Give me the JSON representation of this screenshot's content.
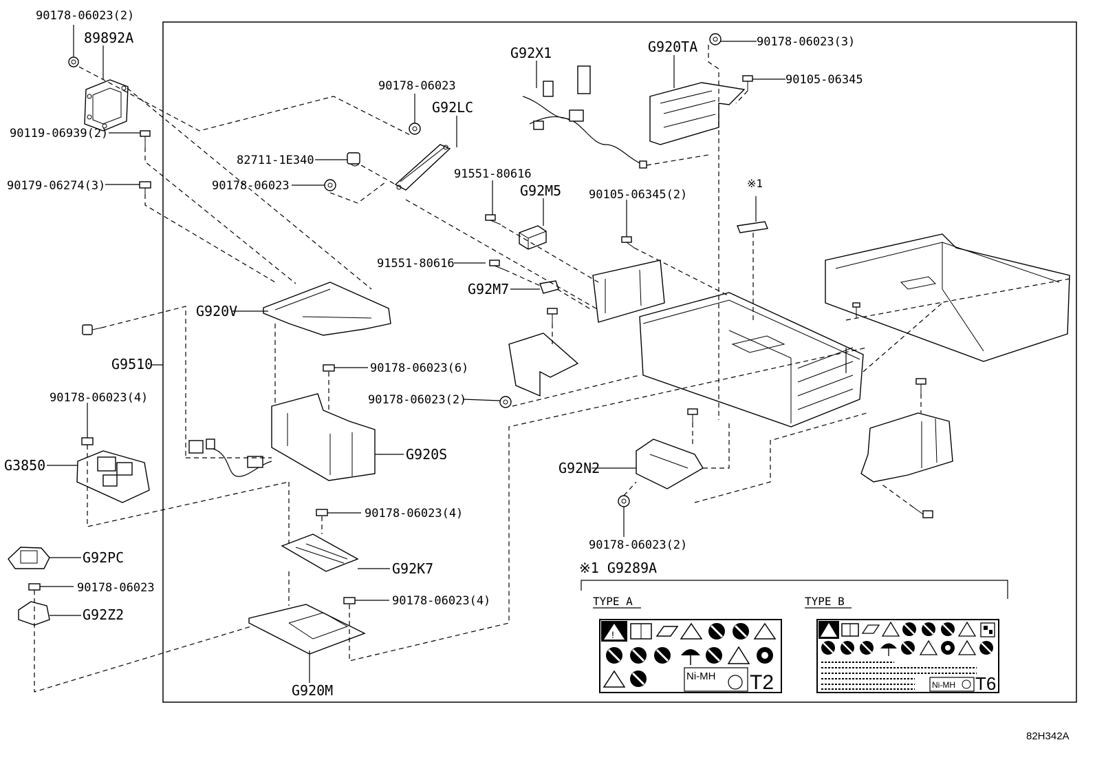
{
  "diagram_code": "82H342A",
  "callouts": [
    {
      "id": "p1",
      "text": "90178-06023(2)"
    },
    {
      "id": "p2",
      "text": "89892A"
    },
    {
      "id": "p3",
      "text": "90119-06939(2)"
    },
    {
      "id": "p4",
      "text": "90179-06274(3)"
    },
    {
      "id": "p5",
      "text": "90178-06023"
    },
    {
      "id": "p6",
      "text": "G92LC"
    },
    {
      "id": "p7",
      "text": "82711-1E340"
    },
    {
      "id": "p8",
      "text": "90178-06023"
    },
    {
      "id": "p9",
      "text": "G92X1"
    },
    {
      "id": "p10",
      "text": "91551-80616"
    },
    {
      "id": "p11",
      "text": "G92M5"
    },
    {
      "id": "p12",
      "text": "91551-80616"
    },
    {
      "id": "p13",
      "text": "G92M7"
    },
    {
      "id": "p14",
      "text": "G920TA"
    },
    {
      "id": "p15",
      "text": "90178-06023(3)"
    },
    {
      "id": "p16",
      "text": "90105-06345"
    },
    {
      "id": "p17",
      "text": "90105-06345(2)"
    },
    {
      "id": "p18",
      "text": "※1"
    },
    {
      "id": "p19",
      "text": "G920V"
    },
    {
      "id": "p20",
      "text": "G9510"
    },
    {
      "id": "p21",
      "text": "90178-06023(6)"
    },
    {
      "id": "p22",
      "text": "90178-06023(2)"
    },
    {
      "id": "p23",
      "text": "90178-06023(4)"
    },
    {
      "id": "p24",
      "text": "G3850"
    },
    {
      "id": "p25",
      "text": "G920S"
    },
    {
      "id": "p26",
      "text": "G92N2"
    },
    {
      "id": "p27",
      "text": "90178-06023(4)"
    },
    {
      "id": "p28",
      "text": "90178-06023(2)"
    },
    {
      "id": "p29",
      "text": "G92PC"
    },
    {
      "id": "p30",
      "text": "G92K7"
    },
    {
      "id": "p31",
      "text": "90178-06023"
    },
    {
      "id": "p32",
      "text": "90178-06023(4)"
    },
    {
      "id": "p33",
      "text": "G92Z2"
    },
    {
      "id": "p34",
      "text": "G920M"
    }
  ],
  "label_section": {
    "title": "※1 G9289A",
    "type_a": {
      "heading": "TYPE A",
      "chem": "Ni-MH",
      "code": "T2"
    },
    "type_b": {
      "heading": "TYPE B",
      "chem": "Ni-MH",
      "code": "T6"
    }
  }
}
